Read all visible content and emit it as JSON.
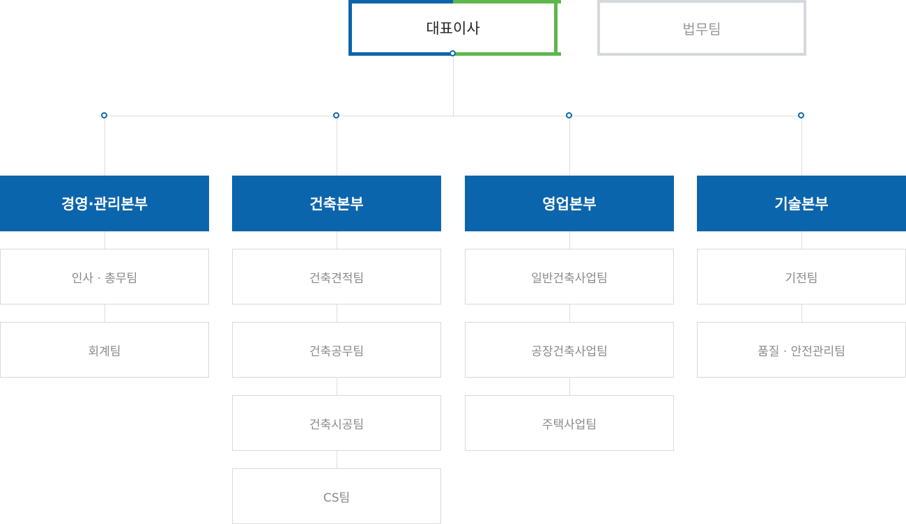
{
  "top": {
    "ceo": "대표이사",
    "legal": "법무팀"
  },
  "divisions": [
    {
      "name": "경영·관리본부",
      "teams": [
        "인사 · 총무팀",
        "회계팀"
      ]
    },
    {
      "name": "건축본부",
      "teams": [
        "건축견적팀",
        "건축공무팀",
        "건축시공팀",
        "CS팀"
      ]
    },
    {
      "name": "영업본부",
      "teams": [
        "일반건축사업팀",
        "공장건축사업팀",
        "주택사업팀"
      ]
    },
    {
      "name": "기술본부",
      "teams": [
        "기전팀",
        "품질 ·  안전관리팀"
      ]
    }
  ],
  "colors": {
    "primary_blue": "#0b65ad",
    "accent_green": "#5fb64c",
    "connector": "#dcdcdc"
  }
}
